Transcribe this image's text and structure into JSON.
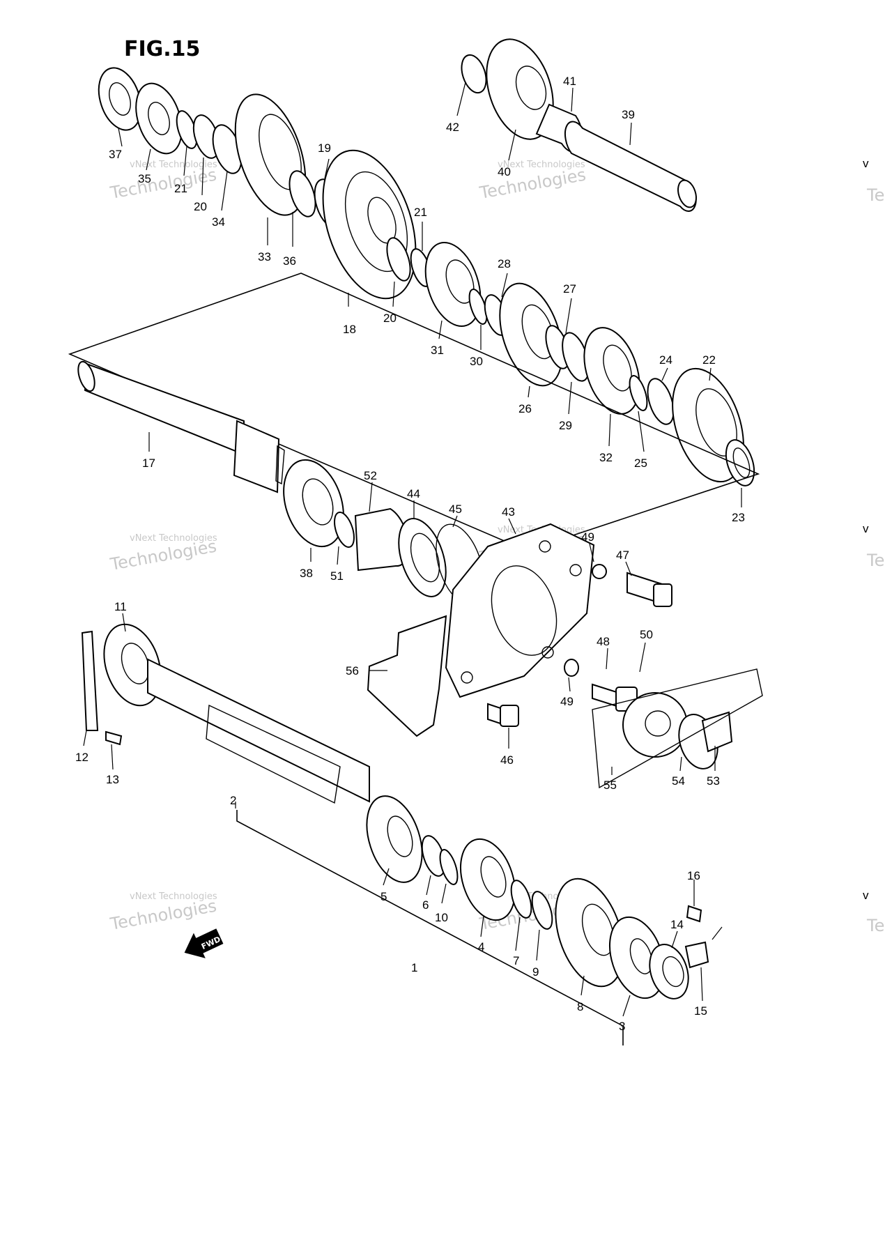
{
  "figure_title": "FIG.15",
  "fwd_label": "FWD",
  "watermark": {
    "line1": "vNext Technologies",
    "line2": "Technologies",
    "edge_v": "v",
    "edge_te": "Te"
  },
  "parts": {
    "p1": "1",
    "p2": "2",
    "p3": "3",
    "p4": "4",
    "p5": "5",
    "p6": "6",
    "p7": "7",
    "p8": "8",
    "p9": "9",
    "p10": "10",
    "p11": "11",
    "p12": "12",
    "p13": "13",
    "p14": "14",
    "p15": "15",
    "p16": "16",
    "p17": "17",
    "p18": "18",
    "p19": "19",
    "p20a": "20",
    "p20b": "20",
    "p21a": "21",
    "p21b": "21",
    "p22": "22",
    "p23": "23",
    "p24": "24",
    "p25": "25",
    "p26": "26",
    "p27": "27",
    "p28": "28",
    "p29": "29",
    "p30": "30",
    "p31": "31",
    "p32": "32",
    "p33": "33",
    "p34": "34",
    "p35": "35",
    "p36": "36",
    "p37": "37",
    "p38": "38",
    "p39": "39",
    "p40": "40",
    "p41": "41",
    "p42": "42",
    "p43": "43",
    "p44": "44",
    "p45": "45",
    "p46": "46",
    "p47": "47",
    "p48": "48",
    "p49a": "49",
    "p49b": "49",
    "p50": "50",
    "p51": "51",
    "p52": "52",
    "p53": "53",
    "p54": "54",
    "p55": "55",
    "p56": "56"
  }
}
